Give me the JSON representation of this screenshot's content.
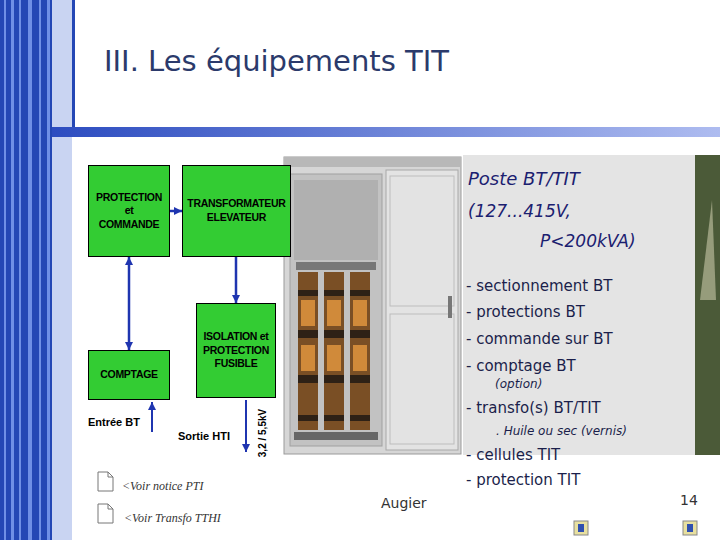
{
  "diagram": {
    "title": "III. Les équipements TIT",
    "nodes": [
      {
        "text": [
          "PROTECTION et COMMANDE"
        ]
      },
      {
        "text": [
          "TRANSFORMATEUR ELEVATEUR"
        ]
      },
      {
        "text": [
          "ISOLATION et PROTECTION FUSIBLE"
        ]
      },
      {
        "text": [
          "COMPTAGE"
        ]
      }
    ],
    "edges": [
      {
        "from": 0,
        "to": 1,
        "arrow": "to"
      },
      {
        "from": 1,
        "to": 2,
        "arrow": "to"
      },
      {
        "from": 0,
        "to": 3,
        "arrow": "both"
      }
    ],
    "labels": [
      "Entrée BT",
      "Sortie HTI",
      "3,2 / 5,5kV",
      "Poste BT/TIT",
      "(127...415V, P<200kVA)",
      "- sectionnement BT",
      "- protections BT",
      "- commande sur BT",
      "- comptage BT",
      "(option)",
      "- transfo(s) BT/TIT",
      ". Huile ou sec (vernis)",
      "- cellules TIT",
      "- protection TIT",
      "<Voir notice PTI",
      "<Voir Transfo TTHI",
      "Augier",
      "14"
    ]
  }
}
